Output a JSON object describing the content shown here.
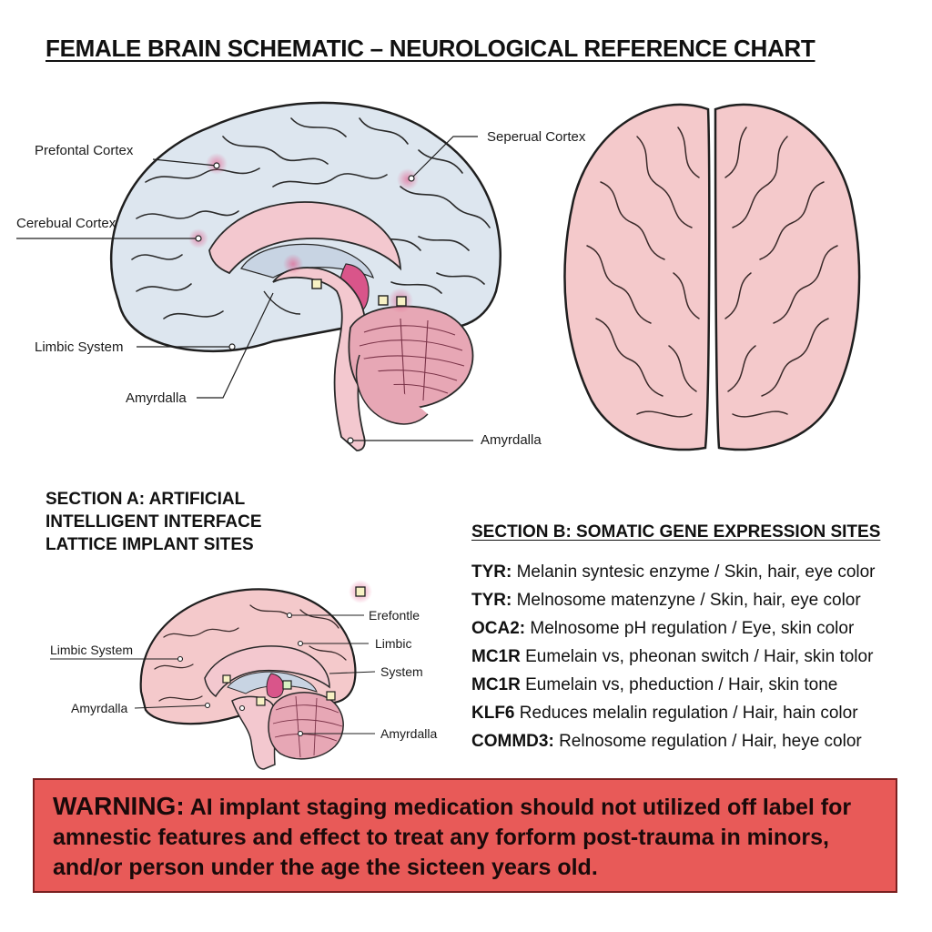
{
  "title": "FEMALE BRAIN SCHEMATIC – NEUROLOGICAL REFERENCE CHART",
  "main_diagram": {
    "labels": {
      "prefrontal": "Prefontal Cortex",
      "cerebral": "Cerebual Cortex",
      "limbic": "Limbic System",
      "amygdala_left": "Amyrdalla",
      "septal": "Seperual Cortex",
      "amygdala_bottom": "Amyrdalla"
    }
  },
  "section_a": {
    "lines": [
      "SECTION A: ARTIFICIAL",
      "INTELLIGENT INTERFACE",
      "LATTICE IMPLANT SITES"
    ],
    "labels": {
      "limbic_system": "Limbic System",
      "amygdala_left": "Amyrdalla",
      "erefontle": "Erefontle",
      "limbic": "Limbic",
      "system": "System",
      "amygdala_right": "Amyrdalla"
    }
  },
  "section_b": {
    "title": "SECTION B: SOMATIC GENE EXPRESSION SITES",
    "genes": [
      {
        "gene": "TYR:",
        "desc": "Melanin syntesic enzyme / Skin, hair, eye color"
      },
      {
        "gene": "TYR:",
        "desc": "Melnosome matenzyne / Skin, hair, eye color"
      },
      {
        "gene": "OCA2:",
        "desc": "Melnosome pH regulation   / Eye, skin color"
      },
      {
        "gene": "MC1R",
        "desc": "Eumelain vs, pheonan switch / Hair, skin tolor"
      },
      {
        "gene": "MC1R",
        "desc": "Eumelain vs, pheduction     / Hair, skin tone"
      },
      {
        "gene": "KLF6",
        "desc": "Reduces melalin regulation / Hair, hain color"
      },
      {
        "gene": "COMMD3:",
        "desc": "Relnosome regulation / Hair, heye color"
      }
    ]
  },
  "warning": {
    "head": "WARNING:",
    "text": "AI implant staging medication should not utilized off label for amnestic features and effect to treat any forform post-trauma in minors, and/or person under the age the sicteen years old."
  },
  "colors": {
    "cortex_blue": "#dde6ef",
    "brain_pink": "#f4c9cb",
    "magenta": "#d9558a",
    "warning_red": "#e85a58"
  }
}
